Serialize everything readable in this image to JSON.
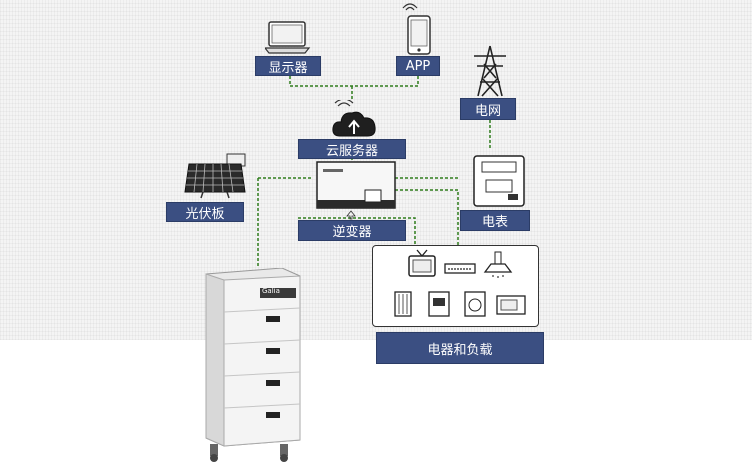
{
  "labels": {
    "display": "显示器",
    "app": "APP",
    "grid": "电网",
    "cloud": "云服务器",
    "pv": "光伏板",
    "meter": "电表",
    "inverter": "逆变器",
    "loads": "电器和负载"
  },
  "battery": {
    "brand": "Galia"
  },
  "colors": {
    "label_bg": "#3b4f82",
    "line": "#2f7d1d"
  }
}
